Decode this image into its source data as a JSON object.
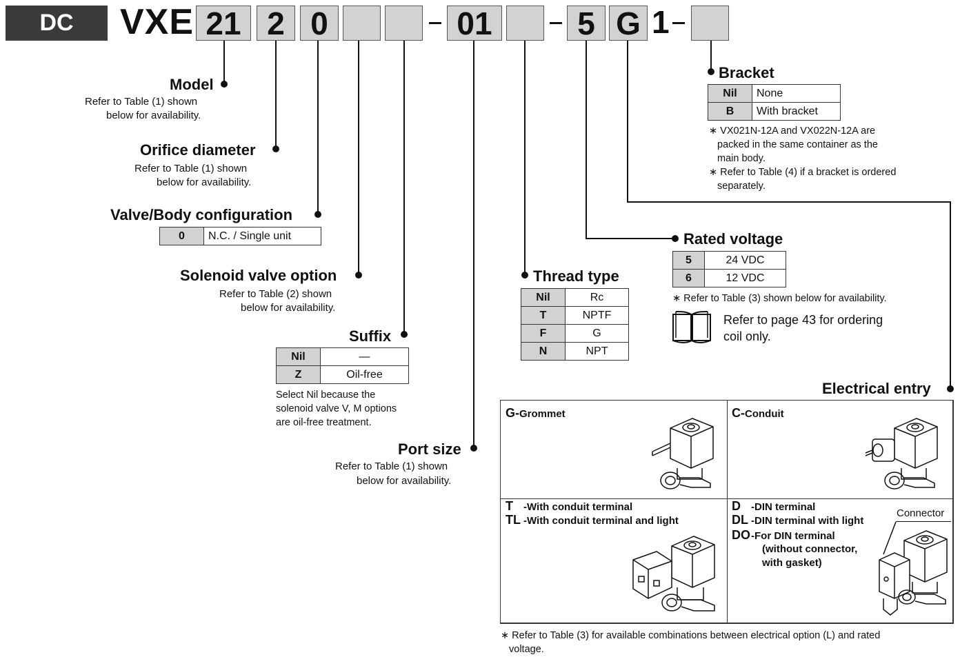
{
  "header": {
    "badge": "DC",
    "prefix": "VXE",
    "box_model": "21",
    "box_orifice": "2",
    "box_config": "0",
    "box_port": "01",
    "box_voltage": "5",
    "box_entry": "G",
    "literal_one": "1"
  },
  "model": {
    "title": "Model",
    "desc_line1": "Refer to Table (1) shown",
    "desc_line2": "below for availability."
  },
  "orifice": {
    "title": "Orifice diameter",
    "desc_line1": "Refer to Table (1) shown",
    "desc_line2": "below for availability."
  },
  "config": {
    "title": "Valve/Body configuration",
    "rows": [
      {
        "code": "0",
        "value": "N.C. / Single unit"
      }
    ]
  },
  "solenoid_option": {
    "title": "Solenoid valve option",
    "desc_line1": "Refer to Table (2) shown",
    "desc_line2": "below for availability."
  },
  "suffix": {
    "title": "Suffix",
    "rows": [
      {
        "code": "Nil",
        "value": "—"
      },
      {
        "code": "Z",
        "value": "Oil-free"
      }
    ],
    "note_line1": "Select Nil because the",
    "note_line2": "solenoid valve V, M options",
    "note_line3": "are oil-free treatment."
  },
  "port_size": {
    "title": "Port size",
    "desc_line1": "Refer to Table (1) shown",
    "desc_line2": "below for availability."
  },
  "thread": {
    "title": "Thread type",
    "rows": [
      {
        "code": "Nil",
        "value": "Rc"
      },
      {
        "code": "T",
        "value": "NPTF"
      },
      {
        "code": "F",
        "value": "G"
      },
      {
        "code": "N",
        "value": "NPT"
      }
    ]
  },
  "voltage": {
    "title": "Rated voltage",
    "rows": [
      {
        "code": "5",
        "value": "24 VDC"
      },
      {
        "code": "6",
        "value": "12 VDC"
      }
    ],
    "note": "∗ Refer to Table (3) shown below for availability.",
    "book_line1": "Refer to page 43 for ordering",
    "book_line2": "coil only."
  },
  "bracket": {
    "title": "Bracket",
    "rows": [
      {
        "code": "Nil",
        "value": "None"
      },
      {
        "code": "B",
        "value": "With bracket"
      }
    ],
    "note1_line1": "∗ VX021N-12A and VX022N-12A are",
    "note1_line2": "packed in the same container as the",
    "note1_line3": "main body.",
    "note2_line1": "∗ Refer to Table (4) if a bracket is ordered",
    "note2_line2": "separately."
  },
  "electrical": {
    "title": "Electrical entry",
    "grommet_code": "G-",
    "grommet_label": "Grommet",
    "conduit_code": "C-",
    "conduit_label": "Conduit",
    "t_code": "T",
    "t_label": "-With conduit terminal",
    "tl_code": "TL",
    "tl_label": "-With conduit terminal and light",
    "d_code": "D",
    "d_label": "-DIN terminal",
    "dl_code": "DL",
    "dl_label": "-DIN terminal with light",
    "do_code": "DO",
    "do_label": "-For DIN terminal",
    "do_label2": "(without connector,",
    "do_label3": "with gasket)",
    "connector_label": "Connector"
  },
  "footer": {
    "note_line1": "∗ Refer to Table (3) for available combinations between electrical option (L) and rated",
    "note_line2": "voltage."
  }
}
